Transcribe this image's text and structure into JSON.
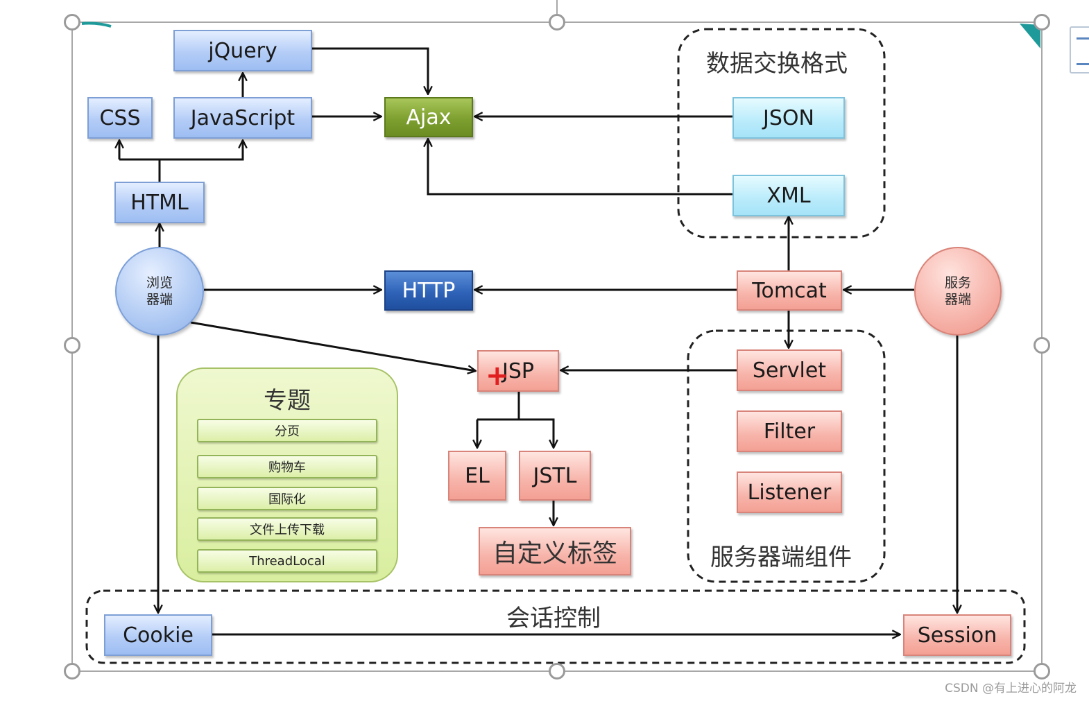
{
  "nodes": {
    "jquery": "jQuery",
    "css": "CSS",
    "javascript": "JavaScript",
    "html": "HTML",
    "ajax": "Ajax",
    "json": "JSON",
    "xml": "XML",
    "http": "HTTP",
    "tomcat": "Tomcat",
    "jsp": "JSP",
    "servlet": "Servlet",
    "filter": "Filter",
    "listener": "Listener",
    "el": "EL",
    "jstl": "JSTL",
    "custom_tag": "自定义标签",
    "cookie": "Cookie",
    "session": "Session",
    "browser": "浏览\n器端",
    "server": "服务\n器端"
  },
  "groups": {
    "data_exchange": "数据交换格式",
    "server_components": "服务器端组件",
    "session_control": "会话控制"
  },
  "topics": {
    "title": "专题",
    "items": [
      "分页",
      "购物车",
      "国际化",
      "文件上传下载",
      "ThreadLocal"
    ]
  },
  "watermark": "CSDN @有上进心的阿龙",
  "colors": {
    "blue_node": "#b4cdf7",
    "red_node": "#f7b4aa",
    "cyan_node": "#b9ebfb",
    "ajax_green": "#7ea030",
    "http_blue": "#2f63b8",
    "topic_green": "#d9ee9f"
  }
}
